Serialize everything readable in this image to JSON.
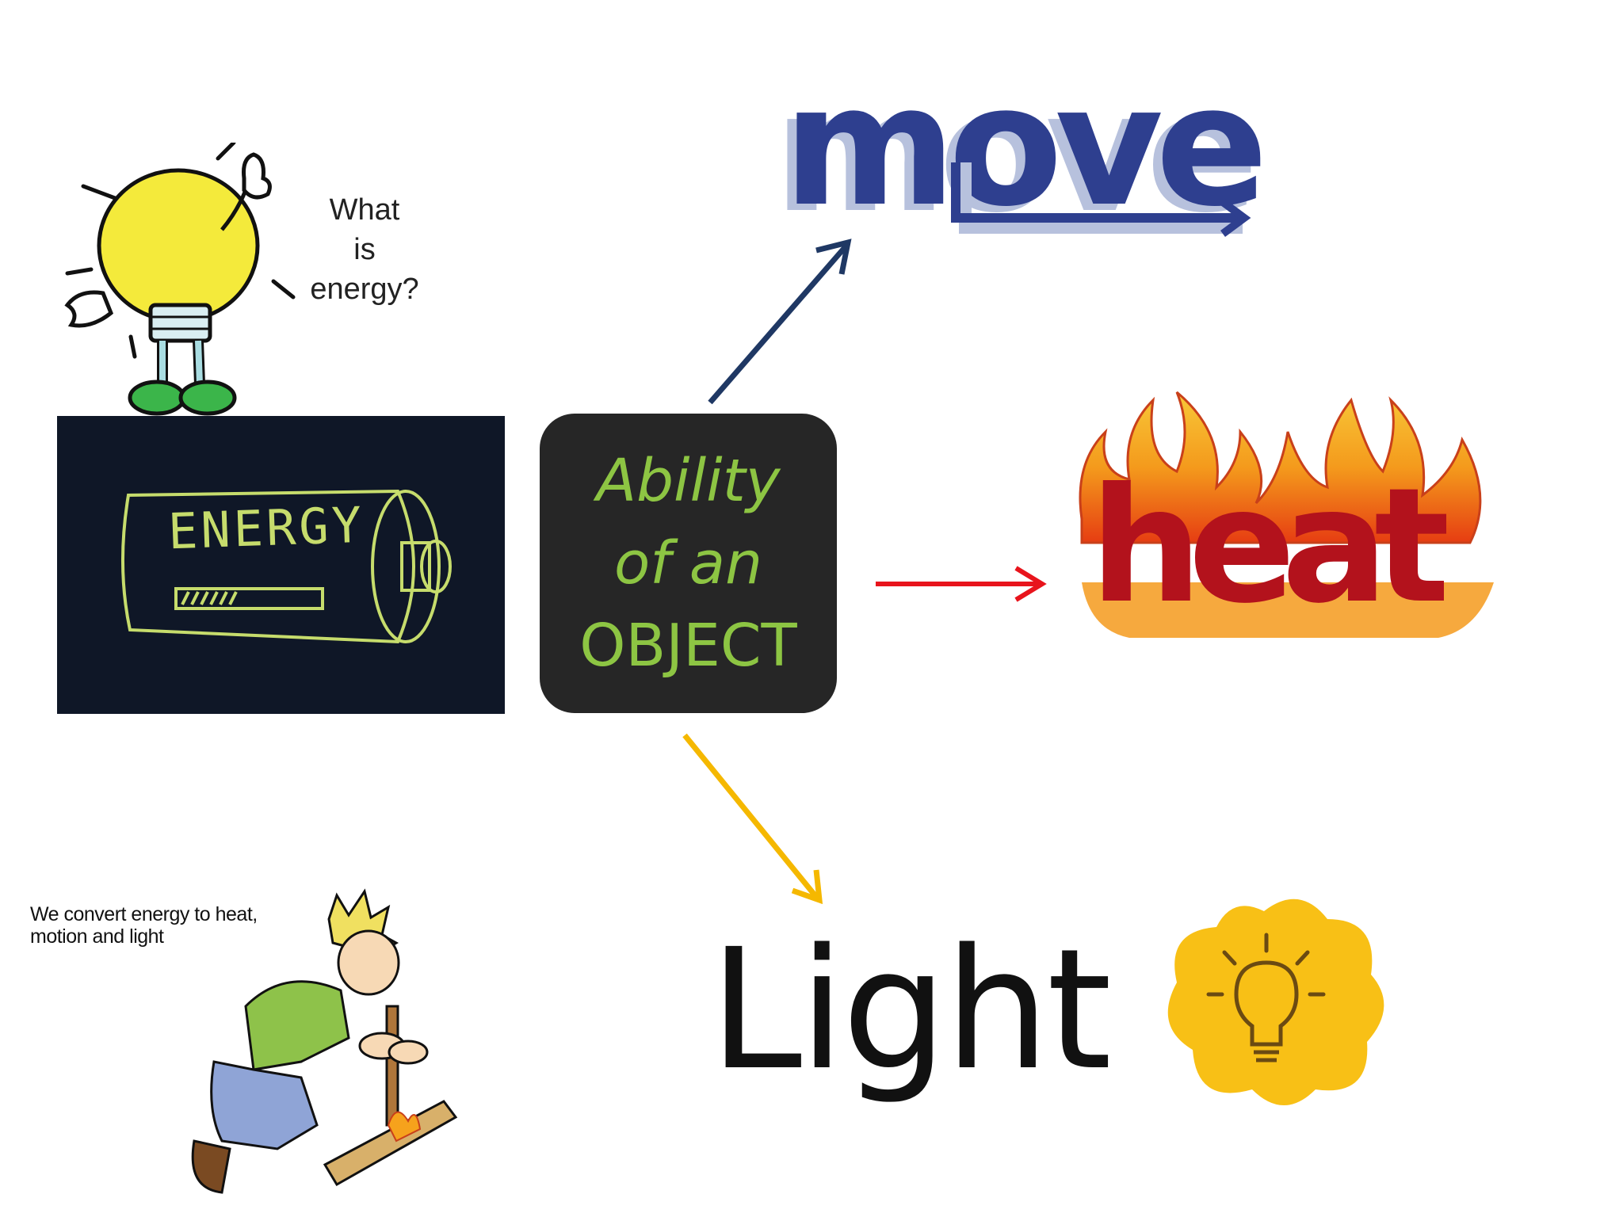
{
  "bulb": {
    "question": "What\nis\nenergy?"
  },
  "board": {
    "label": "ENERGY"
  },
  "center": {
    "line1": "Ability",
    "line2": "of an",
    "line3": "OBJECT"
  },
  "outputs": {
    "move": "move",
    "heat": "heat",
    "light": "Light"
  },
  "man": {
    "caption": "We convert energy to heat,\nmotion and light"
  },
  "colors": {
    "move_arrow": "#1f3864",
    "heat_arrow": "#e8141c",
    "light_arrow": "#f5b800",
    "center_text": "#8dc543",
    "center_bg": "#262626"
  }
}
